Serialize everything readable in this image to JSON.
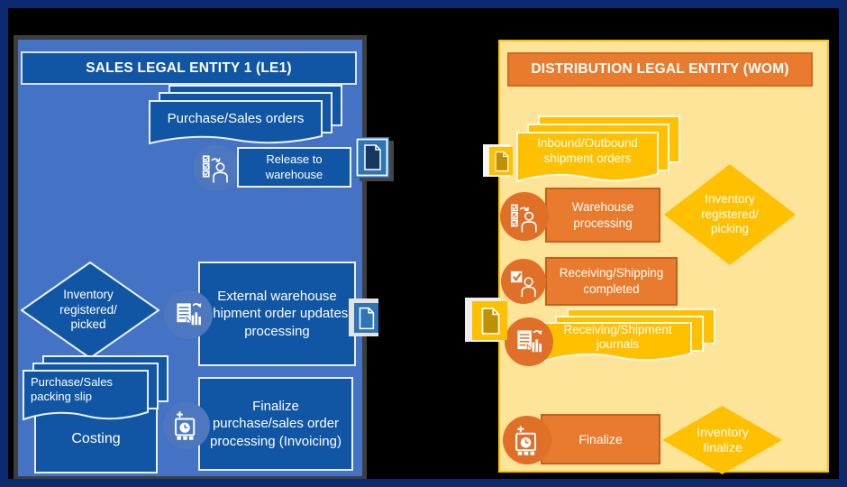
{
  "left_panel": {
    "title": "SALES LEGAL ENTITY 1 (LE1)",
    "orders_stack_label": "Purchase/Sales orders",
    "release_label": "Release to warehouse",
    "inventory_diamond_label": "Inventory registered/ picked",
    "external_processing_label": "External warehouse shipment order updates processing",
    "packing_slip_label": "Purchase/Sales packing slip",
    "costing_label": "Costing",
    "finalize_label": "Finalize purchase/sales order processing (Invoicing)"
  },
  "right_panel": {
    "title": "DISTRIBUTION LEGAL ENTITY (WOM)",
    "inbound_stack_label": "Inbound/Outbound shipment orders",
    "warehouse_label": "Warehouse processing",
    "inventory_diamond_label": "Inventory registered/ picking",
    "receiving_label": "Receiving/Shipping completed",
    "journals_stack_label": "Receiving/Shipment journals",
    "finalize_label": "Finalize",
    "finalize_diamond_label": "Inventory finalize"
  },
  "icons": {
    "release": "person-checklist-icon",
    "warehouse": "person-checklist-icon",
    "external_journal": "journal-papers-icon",
    "journals": "journal-papers-icon",
    "receiving": "checkbox-person-icon",
    "invoice": "invoice-calculator-icon",
    "finalize": "invoice-calculator-icon",
    "transfer_docs": "document-icon"
  },
  "colors": {
    "outer_border": "#0C2B6E",
    "background": "#000000",
    "left_panel_bg": "#4472C4",
    "left_shape": "#1156A4",
    "left_circle": "#4D78C0",
    "doc_icon_blue": "#2E75B6",
    "right_panel_bg": "#FDE498",
    "right_panel_border": "#FFC000",
    "orange_shape": "#E87B2E",
    "orange_circle": "#E06F28",
    "yellow_shape": "#FFC000",
    "doc_glyph_gold": "#BF9000"
  }
}
